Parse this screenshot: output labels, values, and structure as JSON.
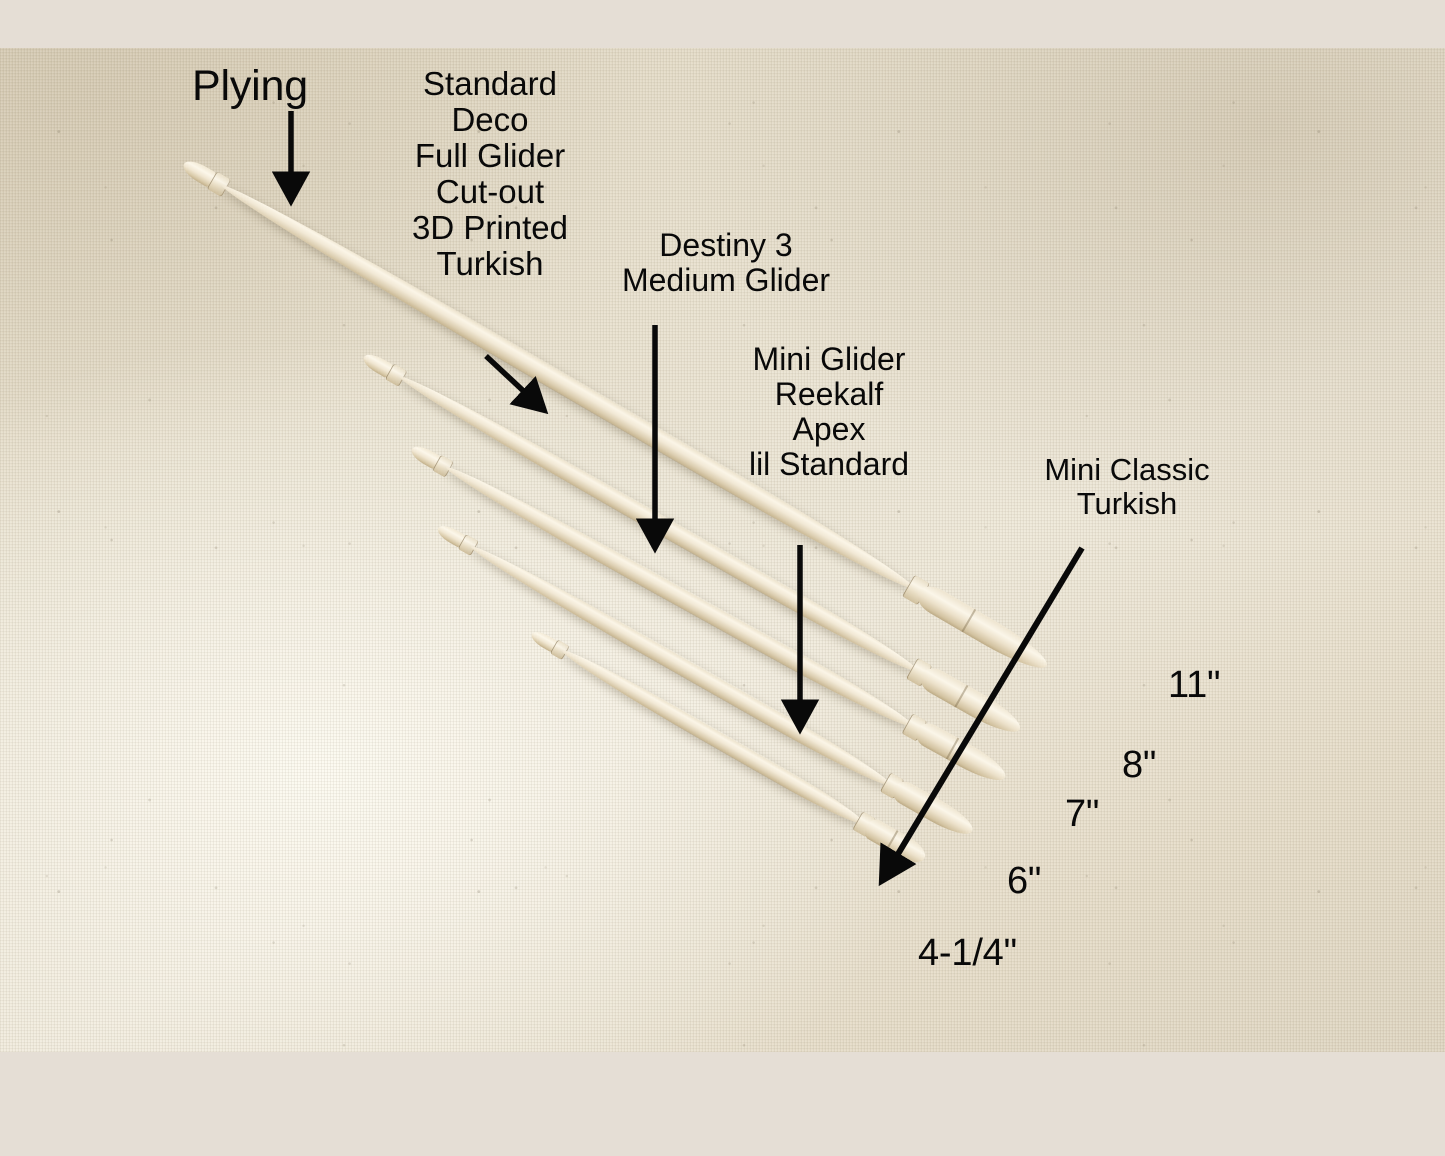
{
  "image": {
    "subject": "Wooden drop spindle shaft size comparison photo",
    "background_band_color": "#e5ded5",
    "canvas_color": "#e8e1cf",
    "wood_color": "#f2e9d6",
    "annotation_color": "#090909"
  },
  "annotations": {
    "plying": {
      "label": "Plying",
      "arrow": "down-arrow-icon"
    },
    "group_standard": {
      "lines": [
        "Standard",
        "Deco",
        "Full Glider",
        "Cut-out",
        "3D Printed",
        "Turkish"
      ],
      "arrow": "diagonal-down-right-arrow-icon"
    },
    "group_destiny": {
      "lines": [
        "Destiny 3",
        "Medium Glider"
      ],
      "arrow": "down-arrow-icon"
    },
    "group_mini": {
      "lines": [
        "Mini Glider",
        "Reekalf",
        "Apex",
        "lil Standard"
      ],
      "arrow": "down-arrow-icon"
    },
    "group_mini_classic": {
      "lines": [
        "Mini Classic",
        "Turkish"
      ],
      "arrow": "diagonal-leader-line-icon"
    }
  },
  "size_labels": [
    {
      "id": "size-11",
      "text": "11\""
    },
    {
      "id": "size-8",
      "text": "8\""
    },
    {
      "id": "size-7",
      "text": "7\""
    },
    {
      "id": "size-6",
      "text": "6\""
    },
    {
      "id": "size-4-1-4",
      "text": "4-1/4\""
    }
  ],
  "spindles": [
    {
      "id": "spindle-plying",
      "size": "11\""
    },
    {
      "id": "spindle-standard",
      "size": "8\""
    },
    {
      "id": "spindle-destiny",
      "size": "7\""
    },
    {
      "id": "spindle-mini",
      "size": "6\""
    },
    {
      "id": "spindle-mini-classic",
      "size": "4-1/4\""
    }
  ]
}
